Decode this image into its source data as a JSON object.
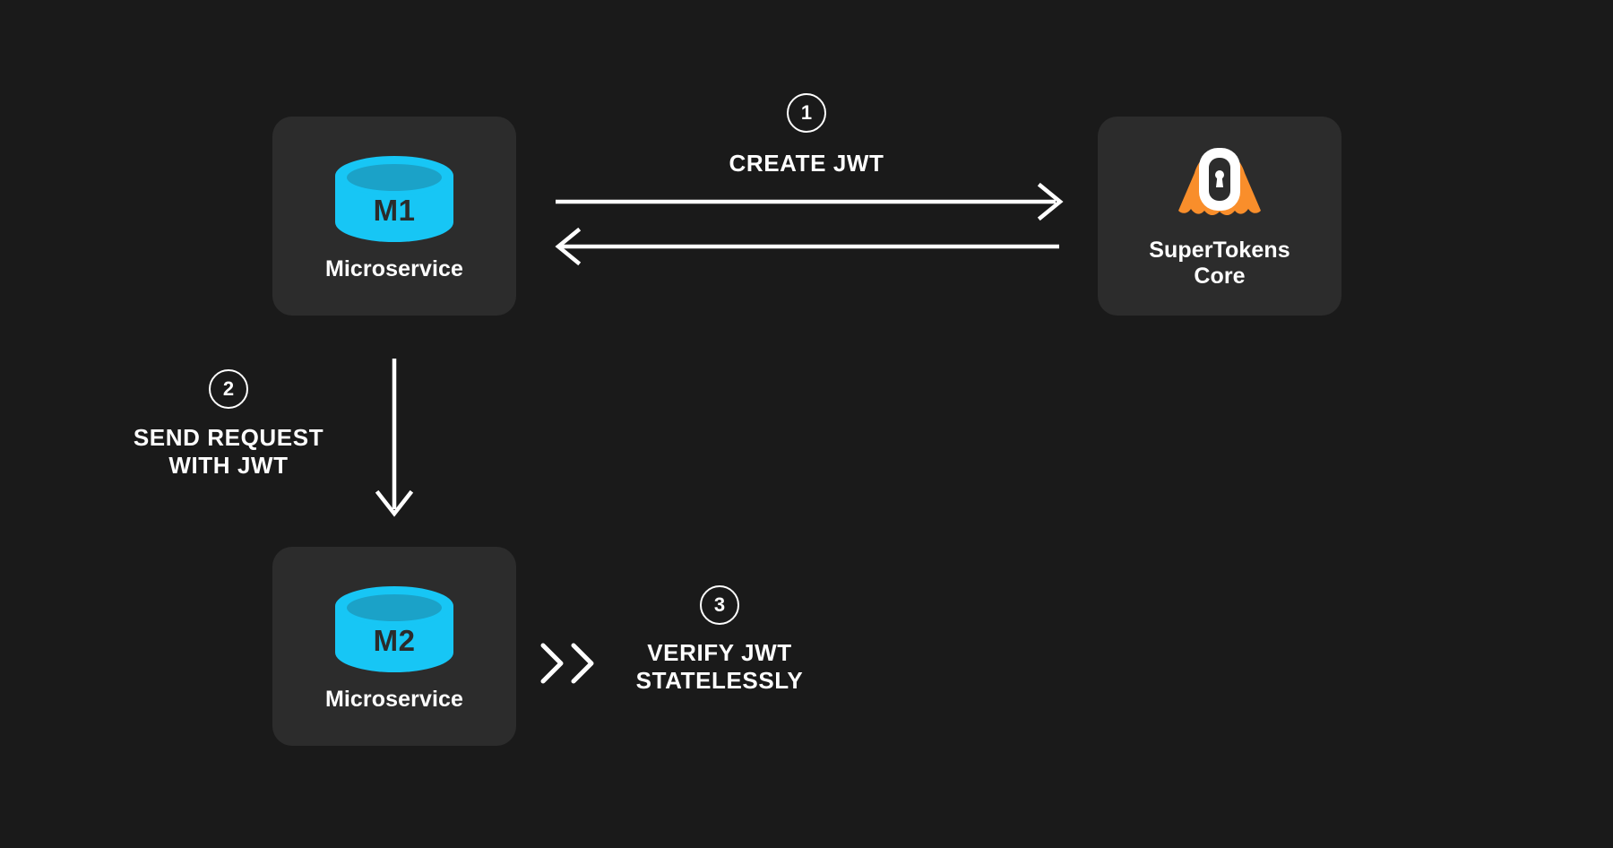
{
  "diagram": {
    "title": "SuperTokens JWT microservice authentication flow",
    "background_color": "#1a1a1a",
    "card_color": "#2c2c2c",
    "accent_cyan": "#17c6f5",
    "accent_cyan_dark": "#1ba2c8",
    "accent_orange": "#f98e2b",
    "text_color": "#ffffff"
  },
  "nodes": {
    "m1": {
      "badge": "M1",
      "label": "Microservice",
      "icon": "database-cylinder-icon"
    },
    "m2": {
      "badge": "M2",
      "label": "Microservice",
      "icon": "database-cylinder-icon"
    },
    "core": {
      "label_line1": "SuperTokens",
      "label_line2": "Core",
      "icon": "supertokens-logo-icon"
    }
  },
  "steps": [
    {
      "number": "1",
      "caption": "CREATE JWT",
      "arrows": [
        "arrow-right-m1-to-core",
        "arrow-left-core-to-m1"
      ]
    },
    {
      "number": "2",
      "caption": "SEND REQUEST\nWITH JWT",
      "arrows": [
        "arrow-down-m1-to-m2"
      ]
    },
    {
      "number": "3",
      "caption": "VERIFY JWT\nSTATELESSLY",
      "arrows": [
        "double-chevron-right-icon"
      ]
    }
  ]
}
